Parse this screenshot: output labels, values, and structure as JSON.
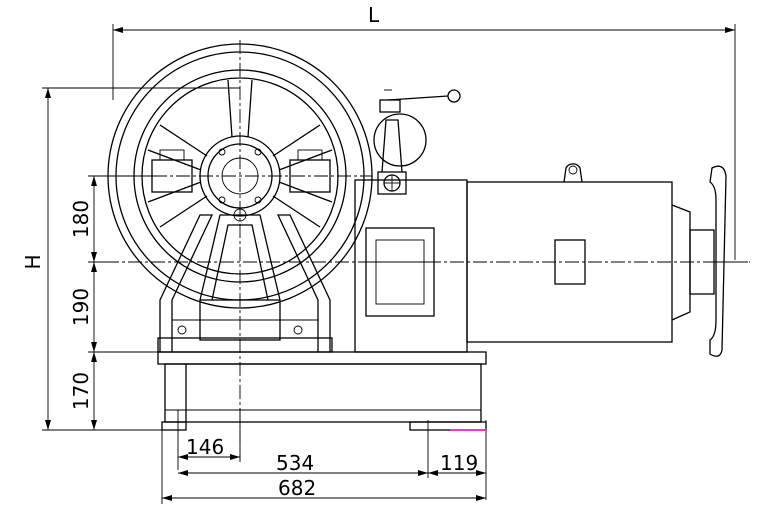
{
  "dimensions": {
    "overall_length": "L",
    "overall_height": "H",
    "upper_vertical": "180",
    "middle_vertical": "190",
    "lower_vertical": "170",
    "offset_146": "146",
    "span_534": "534",
    "span_119": "119",
    "base_length": "682"
  },
  "colors": {
    "line": "#000000",
    "background": "#ffffff",
    "accent_mark": "#e040c0"
  }
}
